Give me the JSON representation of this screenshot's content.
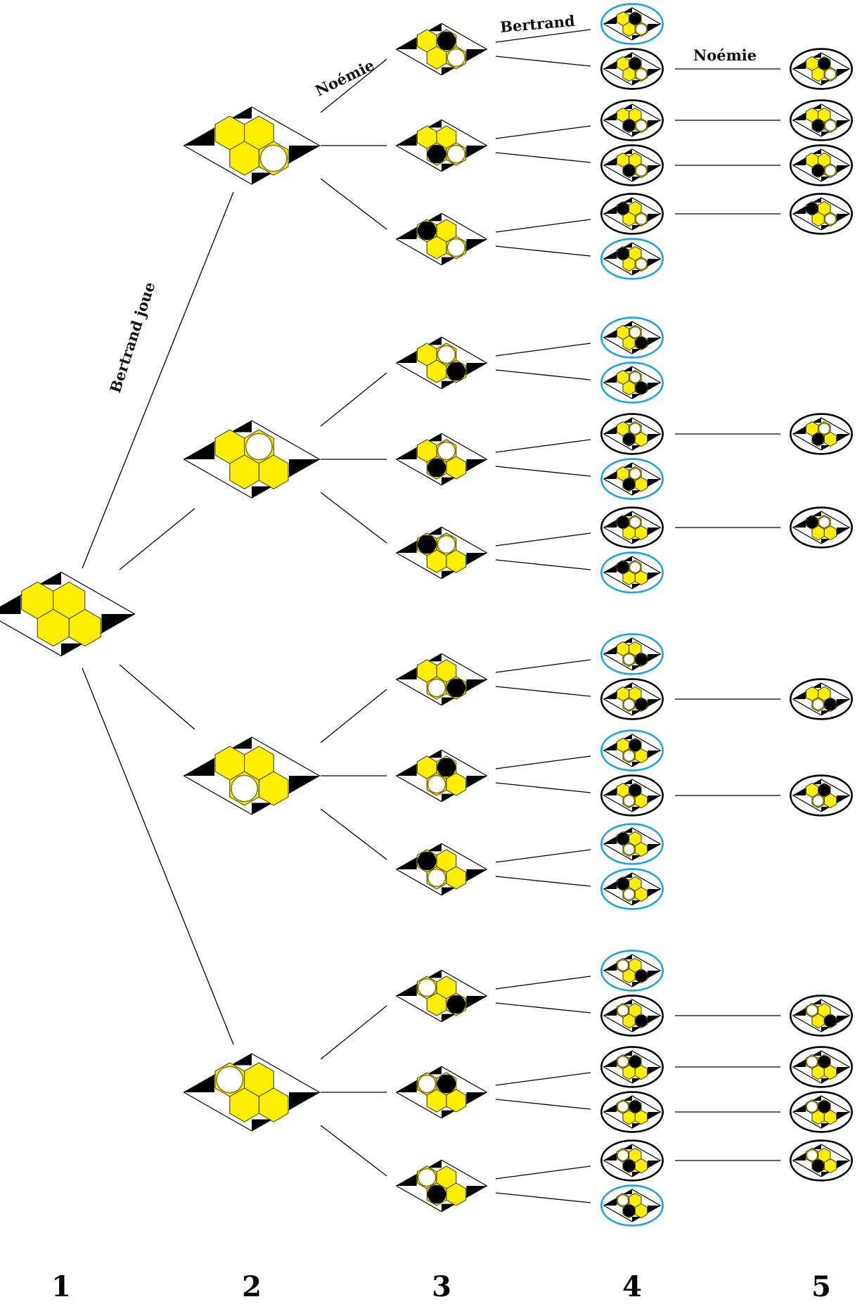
{
  "labels": {
    "bertrand_joue": "Bertrand joue",
    "noemie_top": "Noémie",
    "bertrand_top": "Bertrand",
    "noemie_right": "Noémie"
  },
  "columns": [
    "1",
    "2",
    "3",
    "4",
    "5"
  ],
  "colors": {
    "hex_fill": "#ffee00",
    "hex_stroke": "#333300",
    "corner": "#000000",
    "blue_ring": "#1aa3e0",
    "black_ring": "#000000",
    "white_piece": "#ffffff",
    "black_piece": "#000000"
  },
  "tree": {
    "root": {
      "pieces": []
    },
    "level2": [
      {
        "pieces": [
          [
            "R",
            "w"
          ]
        ],
        "children": [
          {
            "pieces": [
              [
                "R",
                "w"
              ],
              [
                "T",
                "b"
              ]
            ],
            "children": [
              {
                "ring": "blue"
              },
              {
                "ring": "black",
                "leaf": true
              }
            ]
          },
          {
            "pieces": [
              [
                "R",
                "w"
              ],
              [
                "B",
                "b"
              ]
            ],
            "children": [
              {
                "ring": "black",
                "leaf": true
              },
              {
                "ring": "black",
                "leaf": true
              }
            ]
          },
          {
            "pieces": [
              [
                "R",
                "w"
              ],
              [
                "L",
                "b"
              ]
            ],
            "children": [
              {
                "ring": "black",
                "leaf": true
              },
              {
                "ring": "blue"
              }
            ]
          }
        ]
      },
      {
        "pieces": [
          [
            "T",
            "w"
          ]
        ],
        "children": [
          {
            "pieces": [
              [
                "T",
                "w"
              ],
              [
                "R",
                "b"
              ]
            ],
            "children": [
              {
                "ring": "blue"
              },
              {
                "ring": "blue"
              }
            ]
          },
          {
            "pieces": [
              [
                "T",
                "w"
              ],
              [
                "B",
                "b"
              ]
            ],
            "children": [
              {
                "ring": "black",
                "leaf": true
              },
              {
                "ring": "blue"
              }
            ]
          },
          {
            "pieces": [
              [
                "T",
                "w"
              ],
              [
                "L",
                "b"
              ]
            ],
            "children": [
              {
                "ring": "black",
                "leaf": true
              },
              {
                "ring": "blue"
              }
            ]
          }
        ]
      },
      {
        "pieces": [
          [
            "B",
            "w"
          ]
        ],
        "children": [
          {
            "pieces": [
              [
                "B",
                "w"
              ],
              [
                "R",
                "b"
              ]
            ],
            "children": [
              {
                "ring": "blue"
              },
              {
                "ring": "black",
                "leaf": true
              }
            ]
          },
          {
            "pieces": [
              [
                "B",
                "w"
              ],
              [
                "T",
                "b"
              ]
            ],
            "children": [
              {
                "ring": "blue"
              },
              {
                "ring": "black",
                "leaf": true
              }
            ]
          },
          {
            "pieces": [
              [
                "B",
                "w"
              ],
              [
                "L",
                "b"
              ]
            ],
            "children": [
              {
                "ring": "blue"
              },
              {
                "ring": "blue"
              }
            ]
          }
        ]
      },
      {
        "pieces": [
          [
            "L",
            "w"
          ]
        ],
        "children": [
          {
            "pieces": [
              [
                "L",
                "w"
              ],
              [
                "R",
                "b"
              ]
            ],
            "children": [
              {
                "ring": "blue"
              },
              {
                "ring": "black",
                "leaf": true
              }
            ]
          },
          {
            "pieces": [
              [
                "L",
                "w"
              ],
              [
                "T",
                "b"
              ]
            ],
            "children": [
              {
                "ring": "black",
                "leaf": true
              },
              {
                "ring": "black",
                "leaf": true
              }
            ]
          },
          {
            "pieces": [
              [
                "L",
                "w"
              ],
              [
                "B",
                "b"
              ]
            ],
            "children": [
              {
                "ring": "black",
                "leaf": true
              },
              {
                "ring": "blue"
              }
            ]
          }
        ]
      }
    ]
  }
}
